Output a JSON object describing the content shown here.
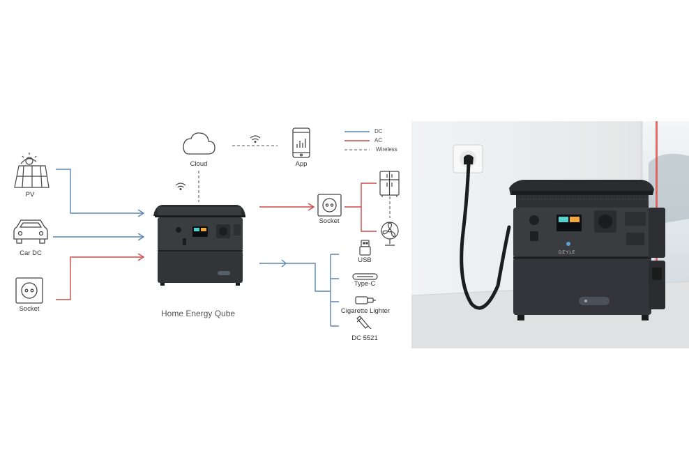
{
  "diagram": {
    "inputs": [
      "PV",
      "Car DC",
      "Socket"
    ],
    "cloud_label": "Cloud",
    "app_label": "App",
    "center_label": "Home Energy Qube",
    "socket_out_label": "Socket",
    "dc_outputs": [
      "USB",
      "Type-C",
      "Cigarette Lighter",
      "DC 5521"
    ],
    "legend": {
      "dc": "DC",
      "ac": "AC",
      "wireless": "Wireless"
    },
    "colors": {
      "dc": "#5b86b4",
      "ac": "#cc4b48",
      "wireless": "#555555",
      "icon": "#444444"
    }
  },
  "photo": {
    "brand": "DEYLE"
  }
}
